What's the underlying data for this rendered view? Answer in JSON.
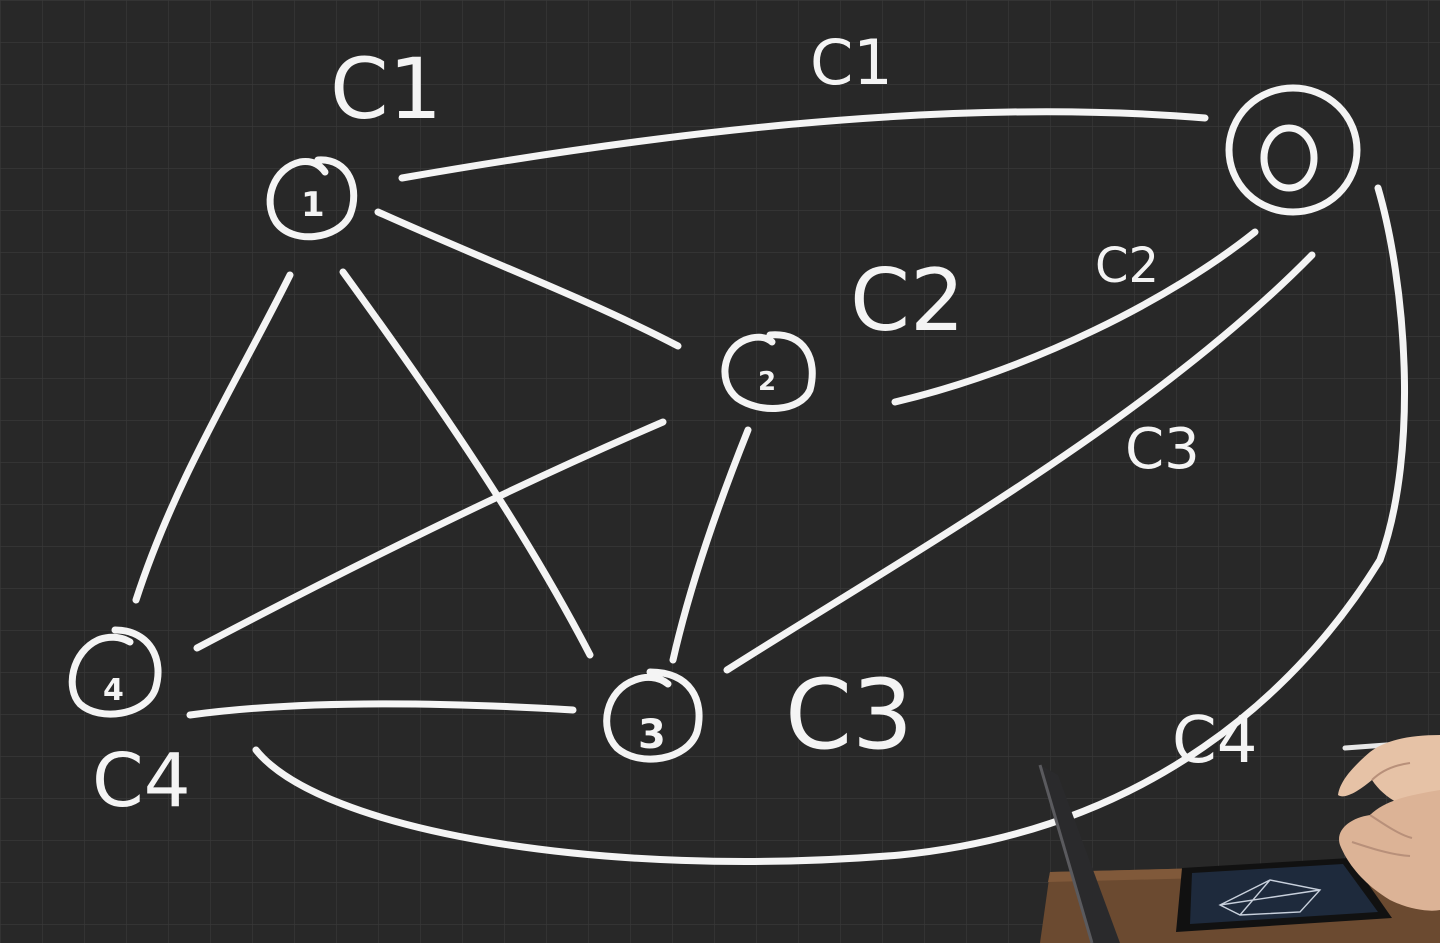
{
  "colors": {
    "board": "#282828",
    "grid": "#3a3a3a",
    "ink": "#f4f4f4",
    "desk": "#6b4a30",
    "laptop": "#2a2a2c",
    "tablet_screen": "#1e2a3c",
    "skin": "#e6c2a6"
  },
  "nodes": [
    {
      "id": "0",
      "label": "0"
    },
    {
      "id": "1",
      "label": "1"
    },
    {
      "id": "2",
      "label": "2"
    },
    {
      "id": "3",
      "label": "3"
    },
    {
      "id": "4",
      "label": "4"
    }
  ],
  "edges": [
    {
      "from": "1",
      "to": "0"
    },
    {
      "from": "1",
      "to": "2"
    },
    {
      "from": "1",
      "to": "3"
    },
    {
      "from": "1",
      "to": "4"
    },
    {
      "from": "2",
      "to": "0"
    },
    {
      "from": "2",
      "to": "3"
    },
    {
      "from": "2",
      "to": "4"
    },
    {
      "from": "3",
      "to": "0"
    },
    {
      "from": "3",
      "to": "4"
    },
    {
      "from": "4",
      "to": "0"
    }
  ],
  "labels": {
    "c1_node": "C1",
    "c1_edge": "C1",
    "c2_node": "C2",
    "c2_edge": "C2",
    "c3_node": "C3",
    "c3_edge": "C3",
    "c4_node": "C4",
    "c4_edge": "C4"
  }
}
